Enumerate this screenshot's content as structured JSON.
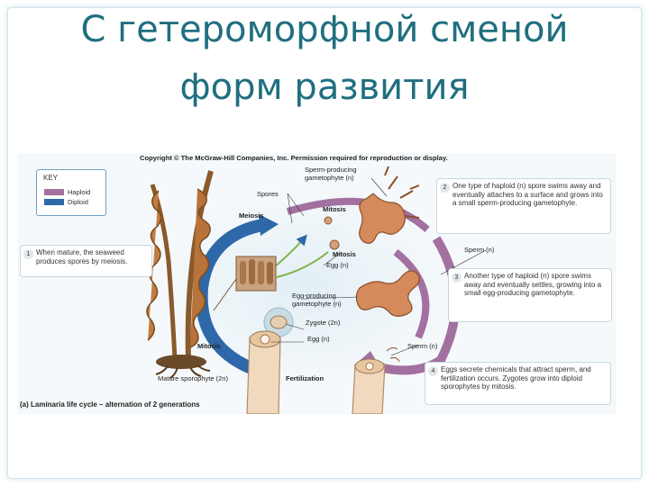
{
  "title": {
    "line1": "С гетероморфной сменой",
    "line2": "форм развития"
  },
  "figure": {
    "copyright": "Copyright © The McGraw-Hill Companies, Inc. Permission required for reproduction or display.",
    "key": {
      "title": "KEY",
      "haploid": "Haploid",
      "diploid": "Diploid",
      "haploid_color": "#a2719f",
      "diploid_color": "#2f68a8"
    },
    "labels": {
      "sperm_gametophyte": "Sperm-producing gametophyte (n)",
      "spores": "Spores",
      "meiosis": "Meiosis",
      "mitosis_top": "Mitosis",
      "mitosis_mid": "Mitosis",
      "egg_mid": "Egg (n)",
      "egg_gametophyte": "Egg-producing gametophyte (n)",
      "zygote": "Zygote (2n)",
      "egg_low": "Egg (n)",
      "sperm_right": "Sperm (n)",
      "sperm_low": "Sperm (n)",
      "mitosis_bottom": "Mitosis",
      "fertilization": "Fertilization",
      "mature_sporophyte": "Mature sporophyte (2n)"
    },
    "notes": [
      {
        "num": "1",
        "text": "When mature, the seaweed produces spores by meiosis."
      },
      {
        "num": "2",
        "text": "One type of haploid (n) spore swims away and eventually attaches to a surface and grows into a small sperm-producing gametophyte."
      },
      {
        "num": "3",
        "text": "Another type of haploid (n) spore swims away and eventually settles, growing into a small egg-producing gametophyte."
      },
      {
        "num": "4",
        "text": "Eggs secrete chemicals that attract sperm, and fertilization occurs. Zygotes grow into diploid sporophytes by mitosis."
      }
    ],
    "caption": "(a) Laminaria life cycle – alternation of 2 generations"
  }
}
